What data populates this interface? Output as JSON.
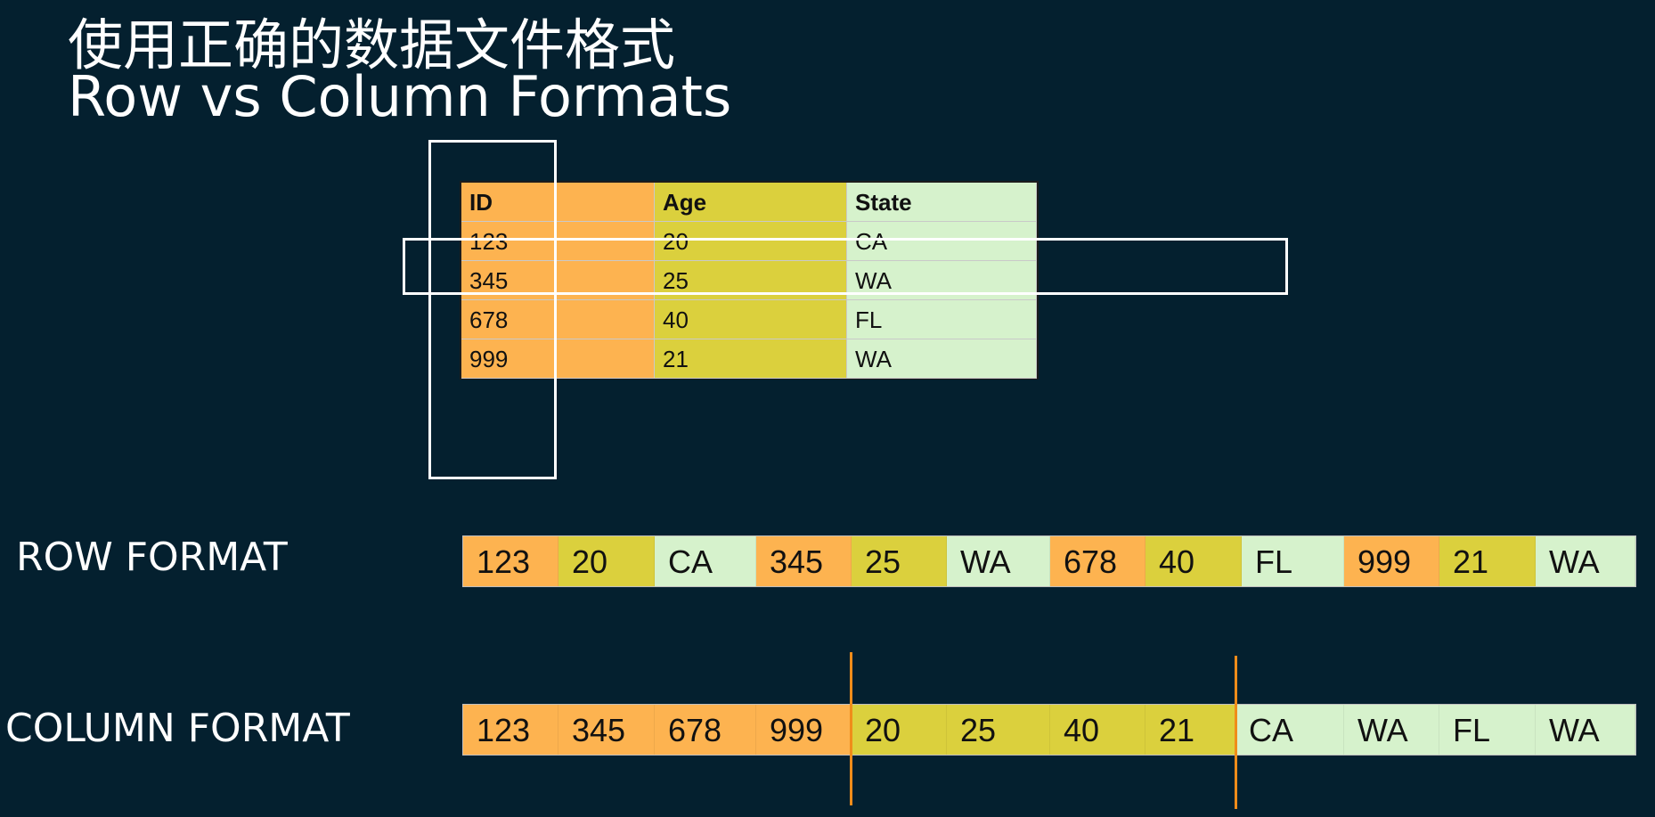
{
  "title": {
    "zh": "使用正确的数据文件格式",
    "en": "Row vs Column Formats"
  },
  "table": {
    "headers": [
      "ID",
      "Age",
      "State"
    ],
    "rows": [
      [
        "123",
        "20",
        "CA"
      ],
      [
        "345",
        "25",
        "WA"
      ],
      [
        "678",
        "40",
        "FL"
      ],
      [
        "999",
        "21",
        "WA"
      ]
    ]
  },
  "row_format": {
    "label": "ROW FORMAT",
    "cells": [
      "123",
      "20",
      "CA",
      "345",
      "25",
      "WA",
      "678",
      "40",
      "FL",
      "999",
      "21",
      "WA"
    ]
  },
  "column_format": {
    "label": "COLUMN FORMAT",
    "cells": [
      "123",
      "345",
      "678",
      "999",
      "20",
      "25",
      "40",
      "21",
      "CA",
      "WA",
      "FL",
      "WA"
    ]
  },
  "colors": {
    "background": "#04202f",
    "id_column": "#fdb350",
    "age_column": "#dbd03d",
    "state_column": "#d6f2cc",
    "highlight_box": "#ffffff",
    "column_divider": "#f08c1a"
  }
}
